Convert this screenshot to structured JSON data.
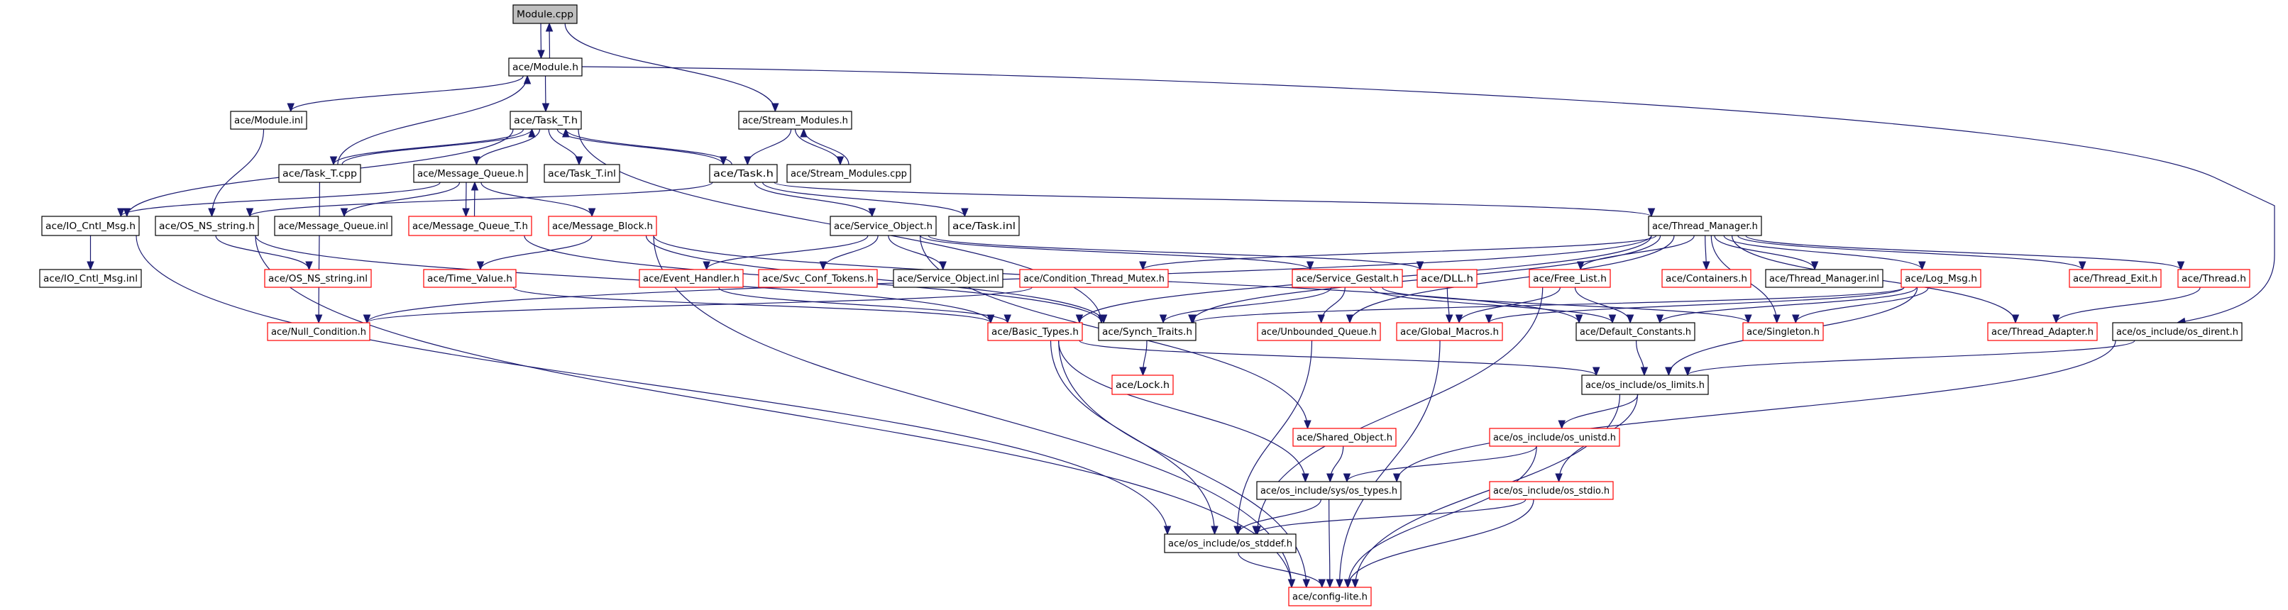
{
  "title": "Module.cpp include dependency graph",
  "colors": {
    "edge": "#191970",
    "documented_border": "#000000",
    "undocumented_border": "#ff0000",
    "root_fill": "#bfbfbf",
    "node_fill": "#ffffff"
  },
  "nodes": [
    {
      "id": "module_cpp",
      "label": "Module.cpp",
      "kind": "root"
    },
    {
      "id": "module_h",
      "label": "ace/Module.h",
      "kind": "documented"
    },
    {
      "id": "module_inl",
      "label": "ace/Module.inl",
      "kind": "documented"
    },
    {
      "id": "task_t_h",
      "label": "ace/Task_T.h",
      "kind": "documented"
    },
    {
      "id": "stream_modules_h",
      "label": "ace/Stream_Modules.h",
      "kind": "documented"
    },
    {
      "id": "task_t_cpp",
      "label": "ace/Task_T.cpp",
      "kind": "documented"
    },
    {
      "id": "message_queue_h",
      "label": "ace/Message_Queue.h",
      "kind": "documented"
    },
    {
      "id": "task_t_inl",
      "label": "ace/Task_T.inl",
      "kind": "documented"
    },
    {
      "id": "task_h",
      "label": "ace/Task.h",
      "kind": "documented"
    },
    {
      "id": "stream_modules_cpp",
      "label": "ace/Stream_Modules.cpp",
      "kind": "documented"
    },
    {
      "id": "io_cntl_msg_h",
      "label": "ace/IO_Cntl_Msg.h",
      "kind": "documented"
    },
    {
      "id": "os_ns_string_h",
      "label": "ace/OS_NS_string.h",
      "kind": "documented"
    },
    {
      "id": "message_queue_inl",
      "label": "ace/Message_Queue.inl",
      "kind": "documented"
    },
    {
      "id": "message_queue_t_h",
      "label": "ace/Message_Queue_T.h",
      "kind": "undocumented"
    },
    {
      "id": "message_block_h",
      "label": "ace/Message_Block.h",
      "kind": "undocumented"
    },
    {
      "id": "service_object_h",
      "label": "ace/Service_Object.h",
      "kind": "documented"
    },
    {
      "id": "task_inl",
      "label": "ace/Task.inl",
      "kind": "documented"
    },
    {
      "id": "thread_manager_h",
      "label": "ace/Thread_Manager.h",
      "kind": "documented"
    },
    {
      "id": "io_cntl_msg_inl",
      "label": "ace/IO_Cntl_Msg.inl",
      "kind": "documented"
    },
    {
      "id": "os_ns_string_inl",
      "label": "ace/OS_NS_string.inl",
      "kind": "undocumented"
    },
    {
      "id": "time_value_h",
      "label": "ace/Time_Value.h",
      "kind": "undocumented"
    },
    {
      "id": "event_handler_h",
      "label": "ace/Event_Handler.h",
      "kind": "undocumented"
    },
    {
      "id": "svc_conf_tokens_h",
      "label": "ace/Svc_Conf_Tokens.h",
      "kind": "undocumented"
    },
    {
      "id": "service_object_inl",
      "label": "ace/Service_Object.inl",
      "kind": "documented"
    },
    {
      "id": "condition_thread_mutex_h",
      "label": "ace/Condition_Thread_Mutex.h",
      "kind": "undocumented"
    },
    {
      "id": "service_gestalt_h",
      "label": "ace/Service_Gestalt.h",
      "kind": "undocumented"
    },
    {
      "id": "dll_h",
      "label": "ace/DLL.h",
      "kind": "undocumented"
    },
    {
      "id": "free_list_h",
      "label": "ace/Free_List.h",
      "kind": "undocumented"
    },
    {
      "id": "containers_h",
      "label": "ace/Containers.h",
      "kind": "undocumented"
    },
    {
      "id": "thread_manager_inl",
      "label": "ace/Thread_Manager.inl",
      "kind": "documented"
    },
    {
      "id": "log_msg_h",
      "label": "ace/Log_Msg.h",
      "kind": "undocumented"
    },
    {
      "id": "thread_exit_h",
      "label": "ace/Thread_Exit.h",
      "kind": "undocumented"
    },
    {
      "id": "thread_h",
      "label": "ace/Thread.h",
      "kind": "undocumented"
    },
    {
      "id": "null_condition_h",
      "label": "ace/Null_Condition.h",
      "kind": "undocumented"
    },
    {
      "id": "basic_types_h",
      "label": "ace/Basic_Types.h",
      "kind": "undocumented"
    },
    {
      "id": "synch_traits_h",
      "label": "ace/Synch_Traits.h",
      "kind": "documented"
    },
    {
      "id": "unbounded_queue_h",
      "label": "ace/Unbounded_Queue.h",
      "kind": "undocumented"
    },
    {
      "id": "global_macros_h",
      "label": "ace/Global_Macros.h",
      "kind": "undocumented"
    },
    {
      "id": "default_constants_h",
      "label": "ace/Default_Constants.h",
      "kind": "documented"
    },
    {
      "id": "singleton_h",
      "label": "ace/Singleton.h",
      "kind": "undocumented"
    },
    {
      "id": "thread_adapter_h",
      "label": "ace/Thread_Adapter.h",
      "kind": "undocumented"
    },
    {
      "id": "os_dirent_h",
      "label": "ace/os_include/os_dirent.h",
      "kind": "documented"
    },
    {
      "id": "lock_h",
      "label": "ace/Lock.h",
      "kind": "undocumented"
    },
    {
      "id": "os_limits_h",
      "label": "ace/os_include/os_limits.h",
      "kind": "documented"
    },
    {
      "id": "shared_object_h",
      "label": "ace/Shared_Object.h",
      "kind": "undocumented"
    },
    {
      "id": "os_unistd_h",
      "label": "ace/os_include/os_unistd.h",
      "kind": "undocumented"
    },
    {
      "id": "os_types_h",
      "label": "ace/os_include/sys/os_types.h",
      "kind": "documented"
    },
    {
      "id": "os_stdio_h",
      "label": "ace/os_include/os_stdio.h",
      "kind": "undocumented"
    },
    {
      "id": "os_stddef_h",
      "label": "ace/os_include/os_stddef.h",
      "kind": "documented"
    },
    {
      "id": "config_lite_h",
      "label": "ace/config-lite.h",
      "kind": "undocumented"
    }
  ],
  "edges": [
    {
      "from": "module_cpp",
      "to": "module_h"
    },
    {
      "from": "module_h",
      "to": "module_cpp"
    },
    {
      "from": "module_cpp",
      "to": "stream_modules_h"
    },
    {
      "from": "module_h",
      "to": "module_inl"
    },
    {
      "from": "module_h",
      "to": "task_t_h"
    },
    {
      "from": "module_h",
      "to": "os_dirent_h"
    },
    {
      "from": "task_t_cpp",
      "to": "module_h"
    },
    {
      "from": "task_t_h",
      "to": "task_t_cpp"
    },
    {
      "from": "task_t_cpp",
      "to": "task_t_h"
    },
    {
      "from": "task_t_h",
      "to": "message_queue_h"
    },
    {
      "from": "task_t_h",
      "to": "task_t_inl"
    },
    {
      "from": "task_t_h",
      "to": "task_h"
    },
    {
      "from": "task_h",
      "to": "task_t_h"
    },
    {
      "from": "task_t_h",
      "to": "io_cntl_msg_h"
    },
    {
      "from": "task_t_h",
      "to": "synch_traits_h"
    },
    {
      "from": "stream_modules_h",
      "to": "task_h"
    },
    {
      "from": "stream_modules_h",
      "to": "stream_modules_cpp"
    },
    {
      "from": "stream_modules_cpp",
      "to": "stream_modules_h"
    },
    {
      "from": "module_inl",
      "to": "os_ns_string_h"
    },
    {
      "from": "task_t_cpp",
      "to": "null_condition_h"
    },
    {
      "from": "message_queue_h",
      "to": "io_cntl_msg_h"
    },
    {
      "from": "message_queue_h",
      "to": "message_queue_inl"
    },
    {
      "from": "message_queue_h",
      "to": "message_queue_t_h"
    },
    {
      "from": "message_queue_t_h",
      "to": "message_queue_h"
    },
    {
      "from": "message_queue_h",
      "to": "message_block_h"
    },
    {
      "from": "task_h",
      "to": "service_object_h"
    },
    {
      "from": "task_h",
      "to": "task_inl"
    },
    {
      "from": "task_h",
      "to": "thread_manager_h"
    },
    {
      "from": "task_h",
      "to": "os_ns_string_h"
    },
    {
      "from": "io_cntl_msg_h",
      "to": "io_cntl_msg_inl"
    },
    {
      "from": "io_cntl_msg_h",
      "to": "os_stddef_h"
    },
    {
      "from": "os_ns_string_h",
      "to": "os_ns_string_inl"
    },
    {
      "from": "os_ns_string_h",
      "to": "basic_types_h"
    },
    {
      "from": "os_ns_string_h",
      "to": "config_lite_h"
    },
    {
      "from": "message_queue_t_h",
      "to": "synch_traits_h"
    },
    {
      "from": "message_block_h",
      "to": "time_value_h"
    },
    {
      "from": "message_block_h",
      "to": "config_lite_h"
    },
    {
      "from": "message_block_h",
      "to": "synch_traits_h"
    },
    {
      "from": "message_block_h",
      "to": "default_constants_h"
    },
    {
      "from": "time_value_h",
      "to": "basic_types_h"
    },
    {
      "from": "service_object_h",
      "to": "event_handler_h"
    },
    {
      "from": "service_object_h",
      "to": "svc_conf_tokens_h"
    },
    {
      "from": "service_object_h",
      "to": "service_object_inl"
    },
    {
      "from": "service_object_h",
      "to": "service_gestalt_h"
    },
    {
      "from": "service_object_h",
      "to": "dll_h"
    },
    {
      "from": "service_object_h",
      "to": "shared_object_h"
    },
    {
      "from": "event_handler_h",
      "to": "basic_types_h"
    },
    {
      "from": "thread_manager_h",
      "to": "condition_thread_mutex_h"
    },
    {
      "from": "thread_manager_h",
      "to": "free_list_h"
    },
    {
      "from": "thread_manager_h",
      "to": "containers_h"
    },
    {
      "from": "thread_manager_h",
      "to": "thread_manager_inl"
    },
    {
      "from": "thread_manager_h",
      "to": "log_msg_h"
    },
    {
      "from": "thread_manager_h",
      "to": "thread_exit_h"
    },
    {
      "from": "thread_manager_h",
      "to": "thread_h"
    },
    {
      "from": "thread_manager_h",
      "to": "thread_adapter_h"
    },
    {
      "from": "thread_manager_h",
      "to": "singleton_h"
    },
    {
      "from": "thread_manager_h",
      "to": "basic_types_h"
    },
    {
      "from": "thread_manager_h",
      "to": "synch_traits_h"
    },
    {
      "from": "thread_manager_h",
      "to": "unbounded_queue_h"
    },
    {
      "from": "thread_manager_h",
      "to": "null_condition_h"
    },
    {
      "from": "condition_thread_mutex_h",
      "to": "null_condition_h"
    },
    {
      "from": "service_gestalt_h",
      "to": "unbounded_queue_h"
    },
    {
      "from": "service_gestalt_h",
      "to": "synch_traits_h"
    },
    {
      "from": "service_gestalt_h",
      "to": "default_constants_h"
    },
    {
      "from": "service_gestalt_h",
      "to": "singleton_h"
    },
    {
      "from": "dll_h",
      "to": "global_macros_h"
    },
    {
      "from": "free_list_h",
      "to": "global_macros_h"
    },
    {
      "from": "free_list_h",
      "to": "default_constants_h"
    },
    {
      "from": "free_list_h",
      "to": "os_stddef_h"
    },
    {
      "from": "log_msg_h",
      "to": "default_constants_h"
    },
    {
      "from": "log_msg_h",
      "to": "global_macros_h"
    },
    {
      "from": "log_msg_h",
      "to": "singleton_h"
    },
    {
      "from": "log_msg_h",
      "to": "os_limits_h"
    },
    {
      "from": "log_msg_h",
      "to": "synch_traits_h"
    },
    {
      "from": "thread_h",
      "to": "thread_adapter_h"
    },
    {
      "from": "os_dirent_h",
      "to": "os_limits_h"
    },
    {
      "from": "os_dirent_h",
      "to": "os_types_h"
    },
    {
      "from": "basic_types_h",
      "to": "os_limits_h"
    },
    {
      "from": "basic_types_h",
      "to": "os_types_h"
    },
    {
      "from": "basic_types_h",
      "to": "os_stddef_h"
    },
    {
      "from": "basic_types_h",
      "to": "config_lite_h"
    },
    {
      "from": "synch_traits_h",
      "to": "lock_h"
    },
    {
      "from": "unbounded_queue_h",
      "to": "os_stddef_h"
    },
    {
      "from": "global_macros_h",
      "to": "config_lite_h"
    },
    {
      "from": "default_constants_h",
      "to": "os_limits_h"
    },
    {
      "from": "os_limits_h",
      "to": "os_unistd_h"
    },
    {
      "from": "os_limits_h",
      "to": "os_stdio_h"
    },
    {
      "from": "os_limits_h",
      "to": "config_lite_h"
    },
    {
      "from": "shared_object_h",
      "to": "os_types_h"
    },
    {
      "from": "os_unistd_h",
      "to": "os_types_h"
    },
    {
      "from": "os_unistd_h",
      "to": "config_lite_h"
    },
    {
      "from": "os_types_h",
      "to": "os_stddef_h"
    },
    {
      "from": "os_types_h",
      "to": "config_lite_h"
    },
    {
      "from": "os_stdio_h",
      "to": "os_stddef_h"
    },
    {
      "from": "os_stdio_h",
      "to": "config_lite_h"
    },
    {
      "from": "os_stddef_h",
      "to": "config_lite_h"
    }
  ]
}
